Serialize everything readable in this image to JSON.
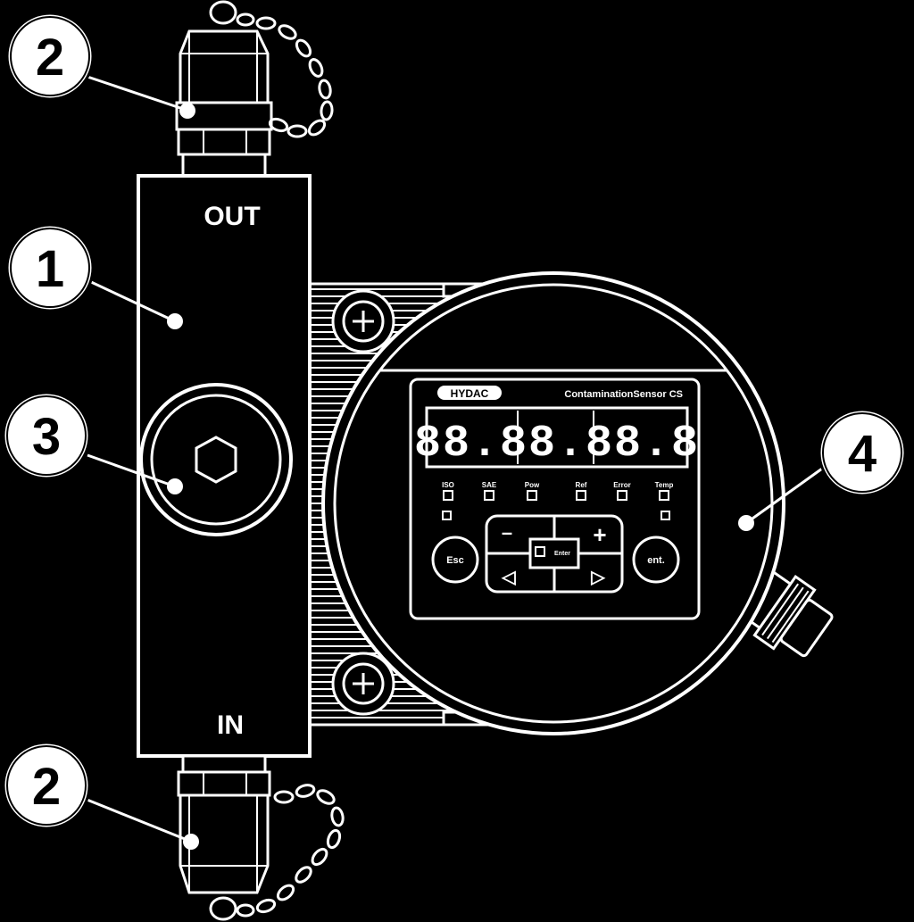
{
  "ports": {
    "out": "OUT",
    "in": "IN"
  },
  "callouts": {
    "c1": "1",
    "c2_top": "2",
    "c3": "3",
    "c4": "4",
    "c2_bottom": "2"
  },
  "display": {
    "brand": "HYDAC",
    "model": "ContaminationSensor CS",
    "digits": "88.88.88.8",
    "leds": [
      "ISO",
      "SAE",
      "Pow",
      "Ref",
      "Error",
      "Temp"
    ],
    "buttons": {
      "esc": "Esc",
      "enter": "ent.",
      "plus": "+",
      "minus": "–",
      "left": "◁",
      "right": "▷",
      "center": "Enter"
    }
  },
  "colors": {
    "background": "#000000",
    "line": "#ffffff"
  }
}
